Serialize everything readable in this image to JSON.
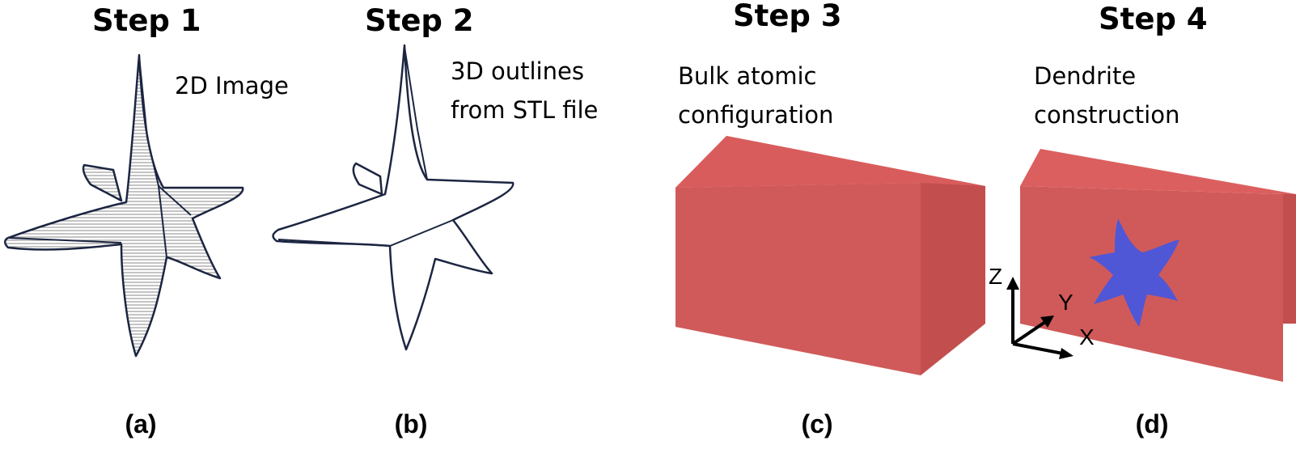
{
  "panels": [
    {
      "step": "Step 1",
      "label": "(a)",
      "desc": [
        "2D Image"
      ]
    },
    {
      "step": "Step 2",
      "label": "(b)",
      "desc": [
        "3D outlines",
        "from STL file"
      ]
    },
    {
      "step": "Step 3",
      "label": "(c)",
      "desc": [
        "Bulk atomic",
        "configuration"
      ]
    },
    {
      "step": "Step 4",
      "label": "(d)",
      "desc": [
        "Dendrite",
        "construction"
      ]
    }
  ],
  "axes": {
    "z": "Z",
    "y": "Y",
    "x": "X"
  },
  "colors": {
    "outline": "#1c2541",
    "hatch": "#8a8a8a",
    "block_front": "#d05a5a",
    "block_top": "#dc5f5f",
    "block_side": "#c24e4e",
    "dendrite": "#4f57d6"
  }
}
